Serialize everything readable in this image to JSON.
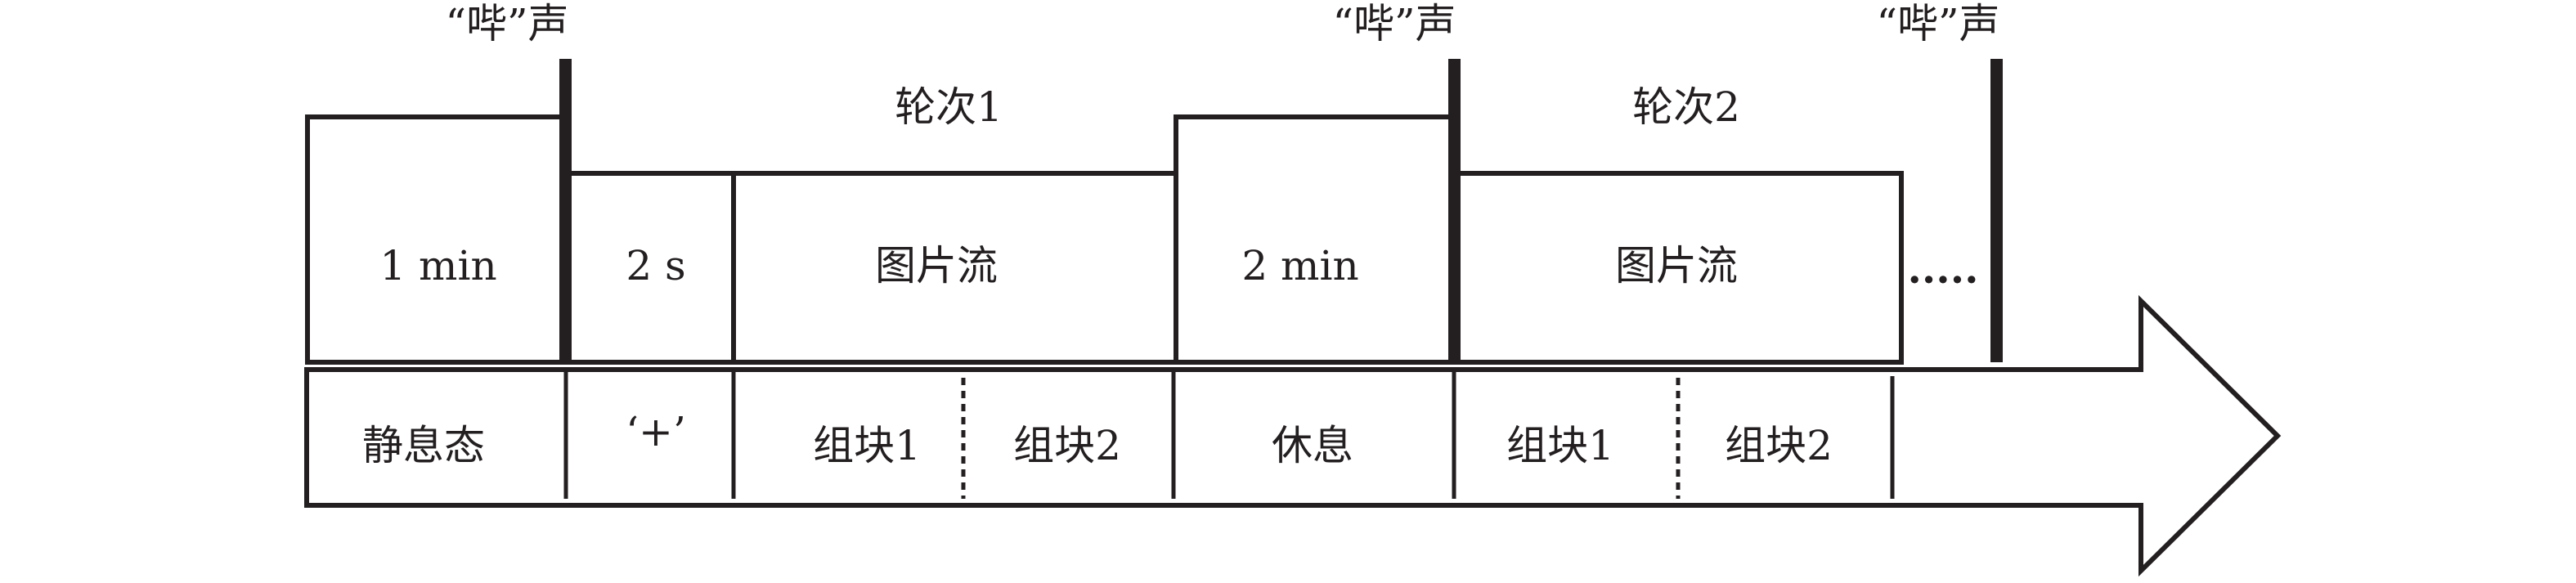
{
  "beep_markers": [
    "“哔”声",
    "“哔”声",
    "“哔”声"
  ],
  "rounds": [
    "轮次1",
    "轮次2"
  ],
  "blocks_top": [
    "1 min",
    "2 s",
    "图片流",
    "2 min",
    "图片流"
  ],
  "continuation": ".....",
  "timeline_bottom": [
    "静息态",
    "‘+’",
    "组块1",
    "组块2",
    "休息",
    "组块1",
    "组块2"
  ]
}
